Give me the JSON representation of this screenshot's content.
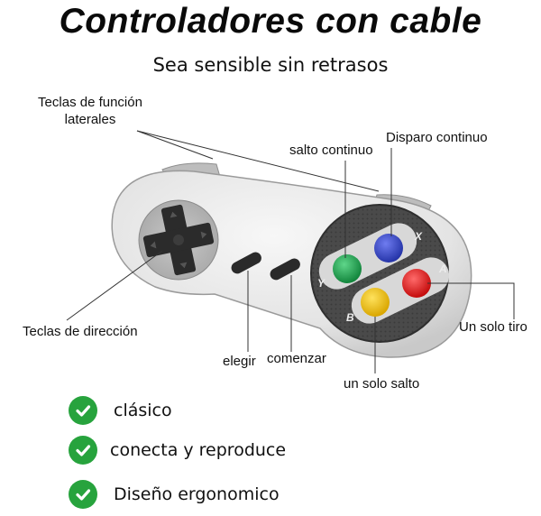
{
  "header": {
    "title": "Controladores con cable",
    "subtitle": "Sea sensible sin retrasos"
  },
  "labels": {
    "side_keys": "Teclas de función laterales",
    "turbo_jump": "salto continuo",
    "turbo_fire": "Disparo continuo",
    "direction_keys": "Teclas de dirección",
    "select": "elegir",
    "start": "comenzar",
    "single_shot": "Un solo tiro",
    "single_jump": "un solo salto"
  },
  "controller": {
    "button_letters": {
      "x": "X",
      "y": "Y",
      "a": "A",
      "b": "B"
    },
    "button_colors": {
      "x": "#2f3fc4",
      "y": "#1d9a4a",
      "a": "#e11a1a",
      "b": "#f2c400"
    },
    "body_color": "#e6e6e6"
  },
  "features": [
    {
      "text": "clásico",
      "icon": "check-circle-icon"
    },
    {
      "text": "conecta y reproduce",
      "icon": "check-circle-icon"
    },
    {
      "text": "Diseño ergonomico",
      "icon": "check-circle-icon"
    }
  ],
  "check_color": "#27a33d"
}
